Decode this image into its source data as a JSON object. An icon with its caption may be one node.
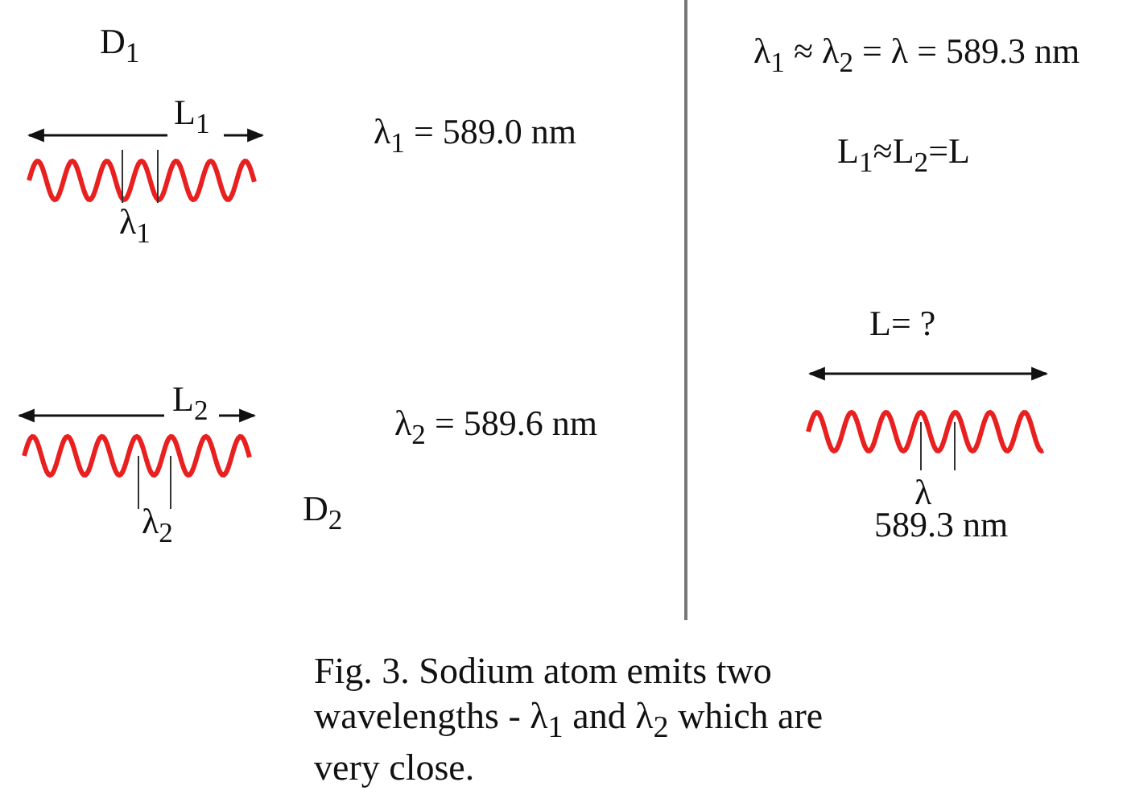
{
  "diagram": {
    "caption": "Fig. 3. Sodium atom emits two wavelengths - λ$_{1}$ and λ$_{2}$ which are very close.",
    "labels": [
      "D$_{1}$",
      "L$_{1}$",
      "λ$_{1}$ = 589.0 nm",
      "λ$_{1}$",
      "L$_{2}$",
      "λ$_{2}$ = 589.6 nm",
      "λ$_{2}$",
      "D$_{2}$",
      "λ$_{1}$ ≈ λ$_{2}$ = λ = 589.3 nm",
      "L$_{1}$≈L$_{2}$=L",
      "L= ?",
      "λ",
      "589.3 nm"
    ]
  }
}
